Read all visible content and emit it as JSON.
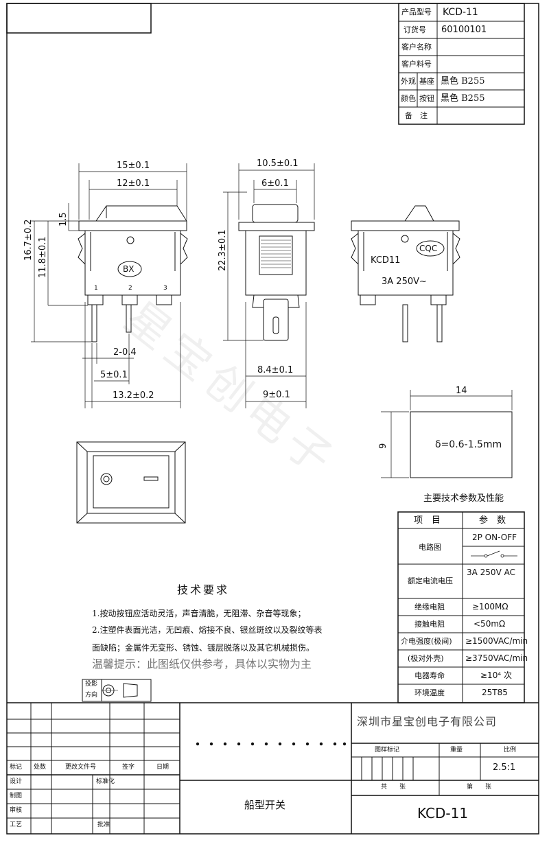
{
  "info_table": {
    "rows": [
      {
        "label": "产品型号",
        "value": "KCD-11"
      },
      {
        "label": "订货号",
        "value": "60100101"
      },
      {
        "label": "客户名称",
        "value": ""
      },
      {
        "label": "客户料号",
        "value": ""
      },
      {
        "label_a": "外观",
        "label_b": "基座",
        "value": "黑色 B255"
      },
      {
        "label_a": "颜色",
        "label_b": "按钮",
        "value": "黑色 B255"
      },
      {
        "label": "备　注",
        "value": ""
      }
    ]
  },
  "dimensions": {
    "front_width_outer": "15±0.1",
    "front_width_inner": "12±0.1",
    "front_height_total": "16.7±0.2",
    "front_height_body": "11.8±0.1",
    "front_top": "1.5",
    "pin_width": "2-0.4",
    "pin_pitch": "5±0.1",
    "front_base": "13.2±0.2",
    "side_width_outer": "10.5±0.1",
    "side_width_inner": "6±0.1",
    "side_height": "22.3±0.1",
    "side_tab": "8.4±0.1",
    "side_base": "9±0.1",
    "cutout_w": "14",
    "cutout_h": "9",
    "cutout_note": "δ=0.6-1.5mm"
  },
  "drawing_labels": {
    "badge_bx": "BX",
    "pin_1": "1",
    "pin_2": "2",
    "pin_3": "3",
    "badge_cqc": "CQC",
    "model_mark": "KCD11",
    "rating_mark": "3A 250V~"
  },
  "params": {
    "title": "主要技术参数及性能",
    "header": [
      "项　目",
      "参　数"
    ],
    "circuit_label": "电路图",
    "circuit_value": "2P ON-OFF",
    "rows": [
      {
        "name": "额定电流电压",
        "value": "3A 250V AC"
      },
      {
        "name": "绝缘电阻",
        "value": "≥100MΩ"
      },
      {
        "name": "接触电阻",
        "value": "<50mΩ"
      },
      {
        "name": "介电强度(极间)",
        "value": "≥1500VAC/min"
      },
      {
        "name": "(极对外壳)",
        "value": "≥3750VAC/min"
      },
      {
        "name": "电器寿命",
        "value": "≥10⁴ 次"
      },
      {
        "name": "环境温度",
        "value": "25T85"
      }
    ]
  },
  "requirements": {
    "title": "技术要求",
    "line1": "1.按动按钮应活动灵活，声音清脆，无阻滞、杂音等现象；",
    "line2": "2.注塑件表面光洁，无凹痕、熔接不良、银丝斑纹以及裂纹等表",
    "line3": "面缺陷；金属件无变形、锈蚀、镀层脱落以及其它机械损伤。",
    "notice": "温馨提示：此图纸仅供参考，具体以实物为主"
  },
  "projection_label": [
    "投影",
    "方向"
  ],
  "title_block": {
    "company": "深圳市星宝创电子有限公司",
    "product_name": "船型开关",
    "drawing_number": "KCD-11",
    "scale": "2.5:1",
    "left_header": [
      "标记",
      "处数",
      "更改文件号",
      "签字",
      "日期"
    ],
    "left_roles": [
      "设计",
      "制图",
      "审核",
      "工艺"
    ],
    "mid_roles": [
      "标准化",
      "批准"
    ],
    "right_header": [
      "图样标记",
      "重量",
      "比例"
    ],
    "sheet_labels": [
      "共　　张",
      "第　　张"
    ]
  },
  "watermark": "星宝创电子"
}
